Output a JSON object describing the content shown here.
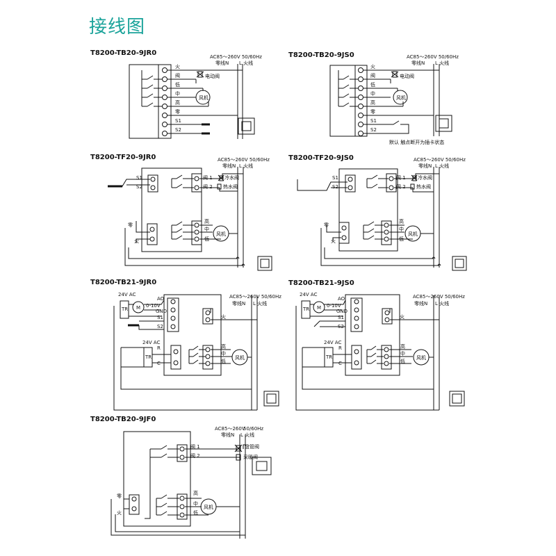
{
  "page": {
    "title": "接线图"
  },
  "common": {
    "ac_supply": "AC85～260V  50/60Hz",
    "ac_supply_a": "AC85～260V",
    "ac_supply_b": "50/60Hz",
    "neutral": "零线N",
    "live": "L 火线",
    "fan": "风机",
    "live_short": "火",
    "valve": "阀",
    "low": "低",
    "mid": "中",
    "high": "高",
    "neutral_short": "零",
    "s1": "S1",
    "s2": "S2",
    "valve1": "阀 1",
    "valve2": "阀 2",
    "motor_valve": "电动阀",
    "cold_valve": "冷水阀",
    "hot_valve": "热水阀",
    "coil_valve": "盘管阀",
    "heat_valve": "采暖阀",
    "v24ac": "24V AC",
    "tr": "TR",
    "motor": "M",
    "a0": "AO",
    "range010": "0-10V",
    "gnd": "GND",
    "r": "R",
    "c": "C"
  },
  "diagrams": {
    "d1": {
      "model": "T8200-TB20-9JR0"
    },
    "d2": {
      "model": "T8200-TB20-9JS0",
      "note": "默认  触点断开为插卡状态"
    },
    "d3": {
      "model": "T8200-TF20-9JR0"
    },
    "d4": {
      "model": "T8200-TF20-9JS0"
    },
    "d5": {
      "model": "T8200-TB21-9JR0"
    },
    "d6": {
      "model": "T8200-TB21-9JS0"
    },
    "d7": {
      "model": "T8200-TB20-9JF0"
    }
  }
}
